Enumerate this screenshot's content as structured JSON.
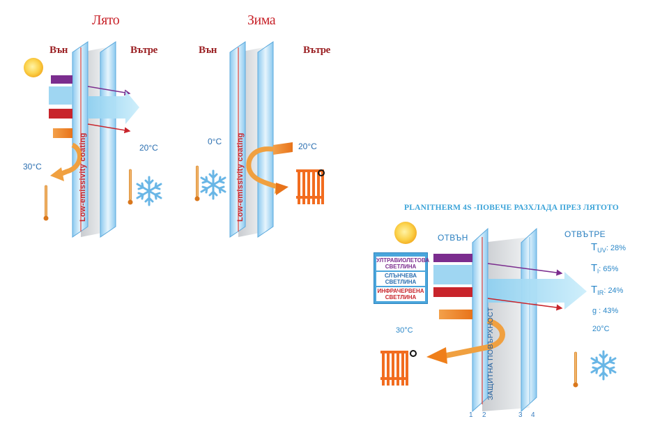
{
  "summer": {
    "title": "Лято",
    "outside": "Вън",
    "inside": "Вътре",
    "temp_out": "30°C",
    "temp_in": "20°C",
    "coating": "Low-emissivity coating"
  },
  "winter": {
    "title": "Зима",
    "outside": "Вън",
    "inside": "Вътре",
    "temp_out": "0°C",
    "temp_in": "20°C",
    "coating": "Low-emissivity coating"
  },
  "planitherm": {
    "title": "PLANITHERM 4S -ПОВЕЧЕ РАЗХЛАДА ПРЕЗ ЛЯТОТО",
    "outside": "ОТВЪН",
    "inside": "ОТВЪТРЕ",
    "legend": {
      "uv": "УЛТРАВИОЛЕТОВА СВЕТЛИНА",
      "solar": "СЛЪНЧЕВА СВЕТЛИНА",
      "ir": "ИНФРАЧЕРВЕНА СВЕТЛИНА"
    },
    "metrics": {
      "tuv_main": "T",
      "tuv_sub": "UV",
      "tuv_val": ": 28%",
      "tl_main": "T",
      "tl_sub": "l",
      "tl_val": ": 65%",
      "tir_main": "T",
      "tir_sub": "IR",
      "tir_val": ": 24%",
      "g": "g : 43%"
    },
    "temp_in": "20°C",
    "temp_out": "30°C",
    "surface": "ЗАЩИТНА ПОВЪРХНОСТ",
    "surfaces": [
      "1",
      "2",
      "3",
      "4"
    ]
  },
  "colors": {
    "glass": "#bfe3f7",
    "glass_edge": "#4a9fd8",
    "coating": "#e63a2e",
    "uv": "#7b2d8e",
    "solar": "#9fd6f2",
    "ir": "#c8242b",
    "heat": "#ef7f1a",
    "snow": "#6fb8e6"
  }
}
